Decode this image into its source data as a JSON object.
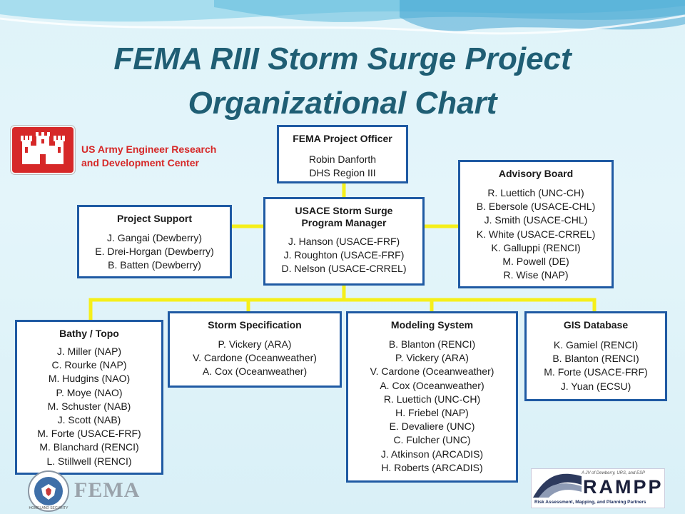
{
  "title": {
    "line1": "FEMA RIII Storm Surge Project",
    "line2": "Organizational Chart"
  },
  "usace": {
    "line1": "US Army Engineer Research",
    "line2": "and Development Center"
  },
  "boxes": {
    "officer": {
      "head": "FEMA Project Officer",
      "members": [
        "Robin Danforth",
        "DHS Region III"
      ]
    },
    "manager": {
      "head_line1": "USACE Storm Surge",
      "head_line2": "Program Manager",
      "members": [
        "J. Hanson (USACE-FRF)",
        "J. Roughton (USACE-FRF)",
        "D. Nelson (USACE-CRREL)"
      ]
    },
    "support": {
      "head": "Project Support",
      "members": [
        "J. Gangai (Dewberry)",
        "E. Drei-Horgan (Dewberry)",
        "B. Batten (Dewberry)"
      ]
    },
    "advisory": {
      "head": "Advisory Board",
      "members": [
        "R. Luettich (UNC-CH)",
        "B. Ebersole (USACE-CHL)",
        "J. Smith (USACE-CHL)",
        "K. White (USACE-CRREL)",
        "K. Galluppi (RENCI)",
        "M. Powell (DE)",
        "R. Wise (NAP)"
      ]
    },
    "bathy": {
      "head": "Bathy / Topo",
      "members": [
        "J. Miller (NAP)",
        "C. Rourke (NAP)",
        "M. Hudgins (NAO)",
        "P. Moye (NAO)",
        "M. Schuster (NAB)",
        "J. Scott (NAB)",
        "M. Forte (USACE-FRF)",
        "M. Blanchard (RENCI)",
        "L. Stillwell (RENCI)"
      ]
    },
    "storm": {
      "head": "Storm Specification",
      "members": [
        "P. Vickery (ARA)",
        "V. Cardone (Oceanweather)",
        "A. Cox (Oceanweather)"
      ]
    },
    "modeling": {
      "head": "Modeling System",
      "members": [
        "B. Blanton (RENCI)",
        "P. Vickery (ARA)",
        "V. Cardone (Oceanweather)",
        "A. Cox (Oceanweather)",
        "R. Luettich (UNC-CH)",
        "H. Friebel (NAP)",
        "E. Devaliere (UNC)",
        "C. Fulcher (UNC)",
        "J. Atkinson (ARCADIS)",
        "H. Roberts (ARCADIS)"
      ]
    },
    "gis": {
      "head": "GIS Database",
      "members": [
        "K. Gamiel (RENCI)",
        "B. Blanton (RENCI)",
        "M. Forte (USACE-FRF)",
        "J. Yuan (ECSU)"
      ]
    }
  },
  "logos": {
    "fema_text": "FEMA",
    "fema_seal_text": "HOMELAND SECURITY",
    "rampp_word": "RAMPP",
    "rampp_tag": "A JV of Dewberry, URS, and ESP",
    "rampp_sub": "Risk Assessment, Mapping, and Planning Partners"
  },
  "colors": {
    "title": "#1f5e74",
    "box_border": "#1f5aa3",
    "connector": "#f5ef1a",
    "usace_red": "#d62828"
  }
}
